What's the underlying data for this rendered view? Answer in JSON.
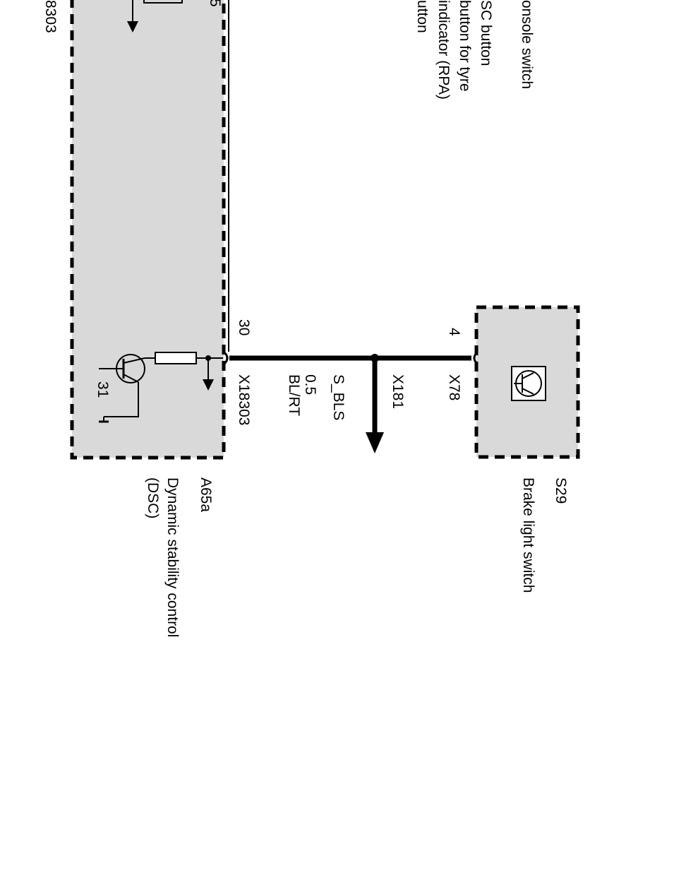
{
  "components": {
    "dsc": {
      "code": "A65a",
      "name_line1": "Dynamic stability control",
      "name_line2": "(DSC)",
      "connector": "X18303",
      "pin_in": "30",
      "pin_ground": "31",
      "pin_top": "5"
    },
    "top_connector_partial": "8303",
    "brake_switch": {
      "code": "S29",
      "name": "Brake light switch",
      "connector": "X78",
      "pin": "4"
    }
  },
  "wire": {
    "signal": "S_BLS",
    "cross_section": "0.5",
    "color": "BL/RT",
    "splice": "X181"
  },
  "legend_partial": [
    "onsole switch",
    "SC button",
    "button for tyre",
    "indicator (RPA)",
    "utton"
  ],
  "colors": {
    "module_fill": "#d9d9d9",
    "line": "#000000",
    "background": "#ffffff"
  }
}
